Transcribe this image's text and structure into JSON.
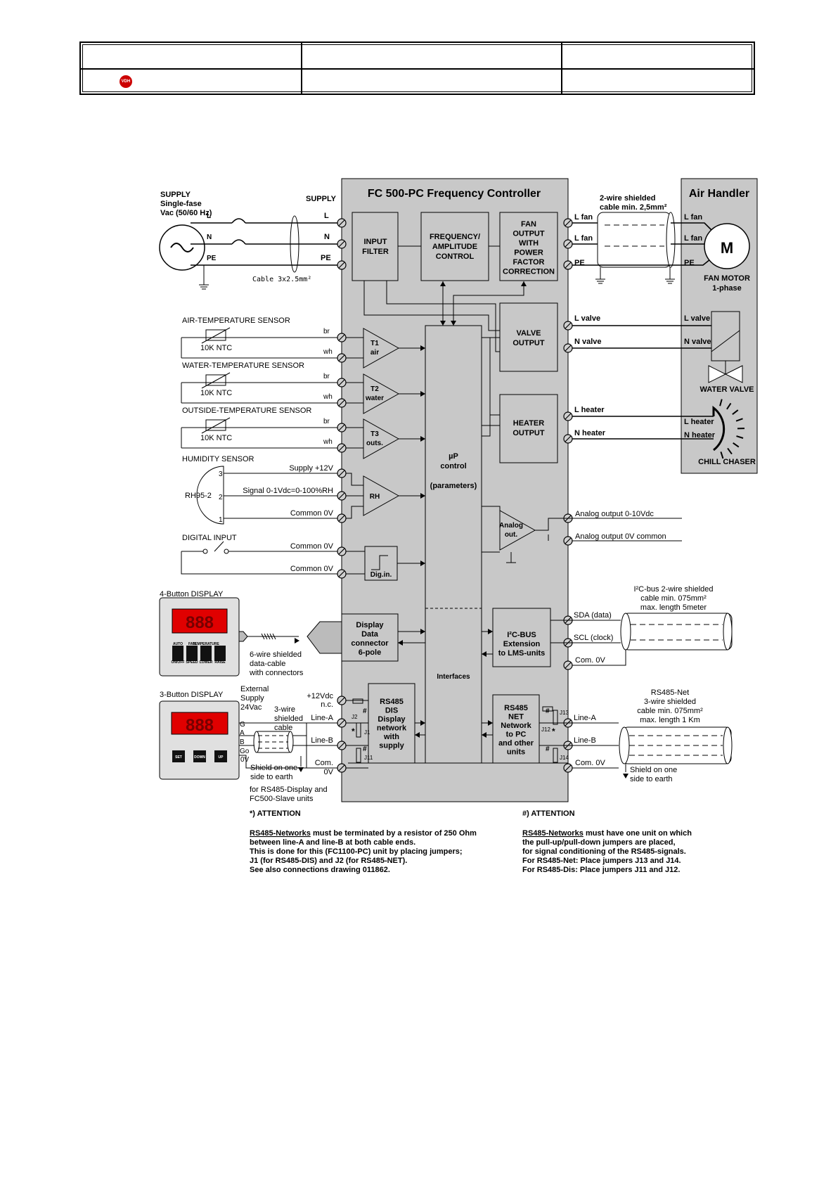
{
  "header": {
    "logo_text": "VDH"
  },
  "main": {
    "title": "FC 500-PC Frequency Controller",
    "micro": [
      "µP",
      "control",
      "(parameters)"
    ],
    "interfaces": "Interfaces"
  },
  "blocks": {
    "input_filter": [
      "INPUT",
      "FILTER"
    ],
    "freq_amp": [
      "FREQUENCY/",
      "AMPLITUDE",
      "CONTROL"
    ],
    "fan_output": [
      "FAN",
      "OUTPUT",
      "WITH",
      "POWER",
      "FACTOR",
      "CORRECTION"
    ],
    "valve_output": [
      "VALVE",
      "OUTPUT"
    ],
    "heater_output": [
      "HEATER",
      "OUTPUT"
    ],
    "display_connector": [
      "Display",
      "Data",
      "connector",
      "6-pole"
    ],
    "i2c_ext": [
      "I²C-BUS",
      "Extension",
      "to LMS-units"
    ],
    "rs485_dis": [
      "RS485",
      "DIS",
      "Display",
      "network",
      "with",
      "supply"
    ],
    "rs485_net": [
      "RS485",
      "NET",
      "Network",
      "to PC",
      "and other",
      "units"
    ],
    "t1": [
      "T1",
      "air"
    ],
    "t2": [
      "T2",
      "water"
    ],
    "t3": [
      "T3",
      "outs."
    ],
    "rh": "RH",
    "analog": [
      "Analog",
      "out."
    ],
    "digin": "Dig.in."
  },
  "supply": {
    "title": [
      "SUPPLY",
      "Single-fase",
      "Vac (50/60 Hz)"
    ],
    "label": "SUPPLY",
    "L": "L",
    "N": "N",
    "PE": "PE",
    "cable": "Cable 3x2.5mm²"
  },
  "sensors": {
    "air": "AIR-TEMPERATURE SENSOR",
    "water": "WATER-TEMPERATURE SENSOR",
    "outside": "OUTSIDE-TEMPERATURE SENSOR",
    "ntc": "10K NTC",
    "br": "br",
    "wh": "wh",
    "humidity": "HUMIDITY SENSOR",
    "rh_part": "RH95-2",
    "pins": [
      "3",
      "2",
      "1"
    ],
    "supply12": "Supply +12V",
    "signal": "Signal 0-1Vdc=0-100%RH",
    "common": "Common 0V",
    "digital": "DIGITAL INPUT"
  },
  "air_handler": {
    "title": "Air Handler",
    "cable": [
      "2-wire shielded",
      "cable min. 2,5mm²"
    ],
    "l_fan": "L fan",
    "pe": "PE",
    "motor": "M",
    "motor_label": [
      "FAN MOTOR",
      "1-phase"
    ],
    "l_valve": "L valve",
    "n_valve": "N valve",
    "water_valve": "WATER VALVE",
    "l_heater": "L heater",
    "n_heater": "N heater",
    "chill": "CHILL CHASER"
  },
  "outputs": {
    "analog1": "Analog output  0-10Vdc",
    "analog2": "Analog output 0V common",
    "i2c_cable": [
      "I²C-bus 2-wire shielded",
      "cable min. 075mm²",
      "max. length 5meter"
    ],
    "sda": "SDA (data)",
    "scl": "SCL (clock)",
    "com0v": "Com. 0V",
    "rs485_cable": [
      "RS485-Net",
      "3-wire shielded",
      "cable min. 075mm²",
      "max. length 1 Km"
    ],
    "line_a": "Line-A",
    "line_b": "Line-B",
    "shield": [
      "Shield on one",
      "side to earth"
    ]
  },
  "displays": {
    "four": "4-Button DISPLAY",
    "digits": "888",
    "four_btns": [
      [
        "AUTO",
        "ON/OFF"
      ],
      [
        "FAN",
        "SPEED"
      ],
      [
        "TEMPERATURE",
        "LOWER"
      ],
      [
        "",
        "RAISE"
      ]
    ],
    "six_wire": [
      "6-wire shielded",
      "data-cable",
      "with connectors"
    ],
    "three": "3-Button DISPLAY",
    "three_btns": [
      "SET",
      "DOWN",
      "UP"
    ],
    "ext": [
      "External",
      "Supply",
      "24Vac"
    ],
    "three_wire": [
      "3-wire",
      "shielded",
      "cable"
    ],
    "gabgo": [
      "G",
      "A",
      "B",
      "Go",
      "0V"
    ],
    "left_terms": [
      "+12Vdc",
      "n.c.",
      "Line-A",
      "Line-B",
      "Com.",
      "0V"
    ],
    "shield": [
      "Shield on one",
      "side to earth"
    ],
    "for": [
      "for RS485-Display and",
      "FC500-Slave units"
    ],
    "j": [
      "J2",
      "J1",
      "J11",
      "J13",
      "J12",
      "J14"
    ],
    "hash": "#",
    "star": "*"
  },
  "notes": {
    "left": {
      "head": "*) ATTENTION",
      "link": "RS485-Networks",
      "first": " must be terminated by a resistor of 250 Ohm",
      "lines": [
        "between line-A and line-B at both cable ends.",
        "This is done for this (FC1100-PC) unit by placing jumpers;",
        "J1 (for RS485-DIS) and J2 (for RS485-NET).",
        "See also connections drawing 011862."
      ]
    },
    "right": {
      "head": "#) ATTENTION",
      "link": "RS485-Networks",
      "first": " must have one unit on which",
      "lines": [
        "the pull-up/pull-down jumpers are placed,",
        " for signal conditioning of the RS485-signals.",
        "For RS485-Net: Place jumpers J13 and J14.",
        "For RS485-Dis: Place jumpers J11 and J12."
      ]
    }
  }
}
